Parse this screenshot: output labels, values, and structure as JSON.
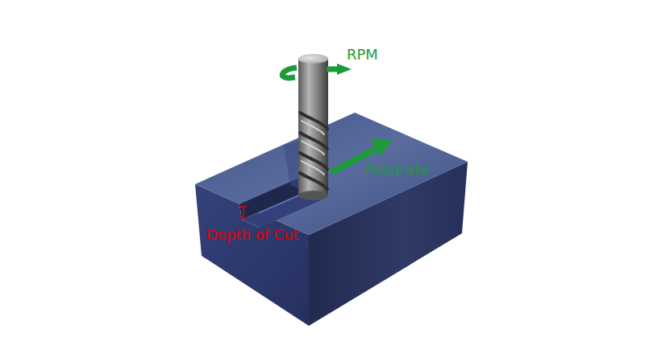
{
  "diagram": {
    "labels": [
      "RPM",
      "Feedrate",
      "Depth of Cut"
    ]
  }
}
